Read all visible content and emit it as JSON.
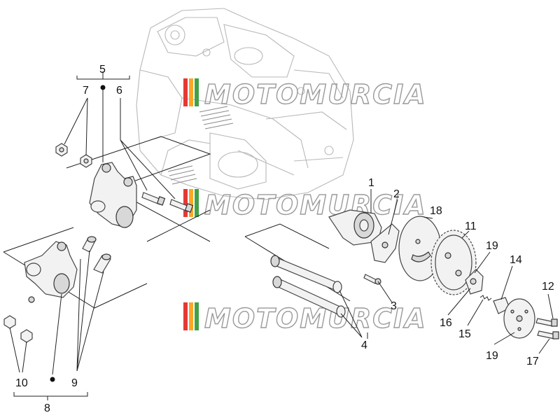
{
  "watermark": {
    "text": "MOTOMURCIA",
    "stripe_colors": [
      "#e53935",
      "#f9a825",
      "#43a047"
    ]
  },
  "callouts": {
    "c1": "1",
    "c2": "2",
    "c3": "3",
    "c4": "4",
    "c5": "5",
    "c6": "6",
    "c7": "7",
    "c8": "8",
    "c9": "9",
    "c10": "10",
    "c11": "11",
    "c12": "12",
    "c14": "14",
    "c15": "15",
    "c16": "16",
    "c17": "17",
    "c18": "18",
    "c19a": "19",
    "c19b": "19"
  }
}
